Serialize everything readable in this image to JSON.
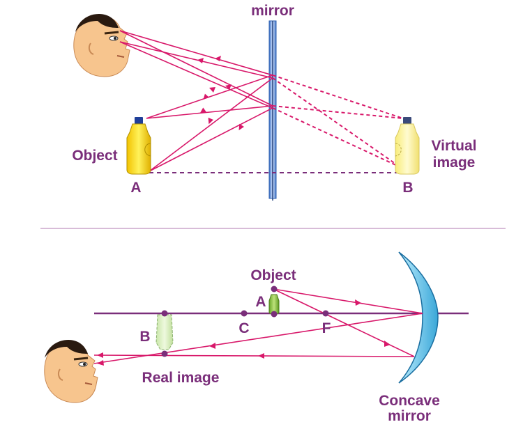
{
  "plane_mirror": {
    "title": "mirror",
    "object_label": "Object",
    "object_point": "A",
    "image_point": "B",
    "image_label_line1": "Virtual",
    "image_label_line2": "image"
  },
  "concave_mirror": {
    "object_label": "Object",
    "object_point": "A",
    "image_point": "B",
    "center_label": "C",
    "focus_label": "F",
    "image_label": "Real image",
    "mirror_label_line1": "Concave",
    "mirror_label_line2": "mirror"
  },
  "colors": {
    "ray": "#d8186a",
    "label": "#7a2e7a",
    "mirror": "#6fa8dc",
    "concave_mirror": "#7ccff0",
    "bottle_real": "#f4e010",
    "bottle_small": "#8cc63f",
    "skin": "#f7c58e"
  }
}
